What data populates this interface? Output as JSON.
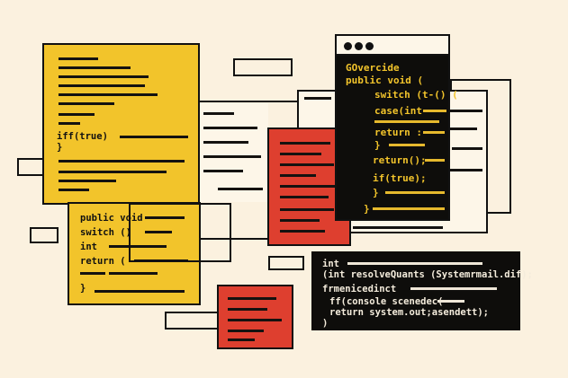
{
  "colors": {
    "background": "#fbf1df",
    "yellow": "#f2c42b",
    "red": "#de3f2f",
    "dark": "#0e0d0b",
    "ink": "#111111"
  },
  "left_card": {
    "lines": [
      "iff(true)",
      "}"
    ]
  },
  "lower_yellow": {
    "lines": [
      "public void",
      "switch ()",
      "int",
      "return (",
      "}"
    ]
  },
  "dark_window": {
    "lines": [
      "GOvercide",
      "public void (",
      "switch (t-() (",
      "case(int",
      "return :",
      "}",
      "return();",
      "if(true);",
      "}",
      "}"
    ]
  },
  "console_panel": {
    "lines": [
      "int",
      "(int resolveQuants (Systemrmail.dif);",
      "frmenicedinct",
      "ff(console scenedec(",
      "return system.out;asendett);",
      ")"
    ]
  }
}
